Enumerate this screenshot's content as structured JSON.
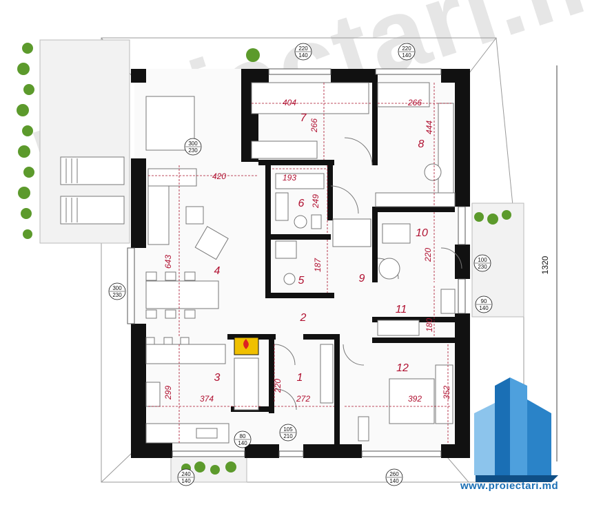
{
  "watermark": "proiectari.md",
  "logo_url": "www.proiectari.md",
  "total_dimension": "1320",
  "colors": {
    "wall": "#111111",
    "dim": "#a8102a",
    "room": "#b01030",
    "plant": "#5c9a2c",
    "logo": "#1a6fb5"
  },
  "rooms": [
    {
      "number": "1",
      "dims": [
        "220",
        "272"
      ]
    },
    {
      "number": "2",
      "dims": []
    },
    {
      "number": "3",
      "dims": [
        "299",
        "374"
      ]
    },
    {
      "number": "4",
      "dims": [
        "420",
        "643"
      ]
    },
    {
      "number": "5",
      "dims": [
        "187"
      ]
    },
    {
      "number": "6",
      "dims": [
        "193",
        "249"
      ]
    },
    {
      "number": "7",
      "dims": [
        "404",
        "266"
      ]
    },
    {
      "number": "8",
      "dims": [
        "266",
        "444"
      ]
    },
    {
      "number": "9",
      "dims": []
    },
    {
      "number": "10",
      "dims": [
        "220"
      ]
    },
    {
      "number": "11",
      "dims": [
        "180"
      ]
    },
    {
      "number": "12",
      "dims": [
        "392",
        "352"
      ]
    }
  ],
  "openings": [
    {
      "top": "220",
      "bottom": "140"
    },
    {
      "top": "220",
      "bottom": "140"
    },
    {
      "top": "300",
      "bottom": "230"
    },
    {
      "top": "300",
      "bottom": "230"
    },
    {
      "top": "100",
      "bottom": "230"
    },
    {
      "top": "90",
      "bottom": "140"
    },
    {
      "top": "80",
      "bottom": "140"
    },
    {
      "top": "105",
      "bottom": "210"
    },
    {
      "top": "240",
      "bottom": "140"
    },
    {
      "top": "260",
      "bottom": "140"
    }
  ]
}
